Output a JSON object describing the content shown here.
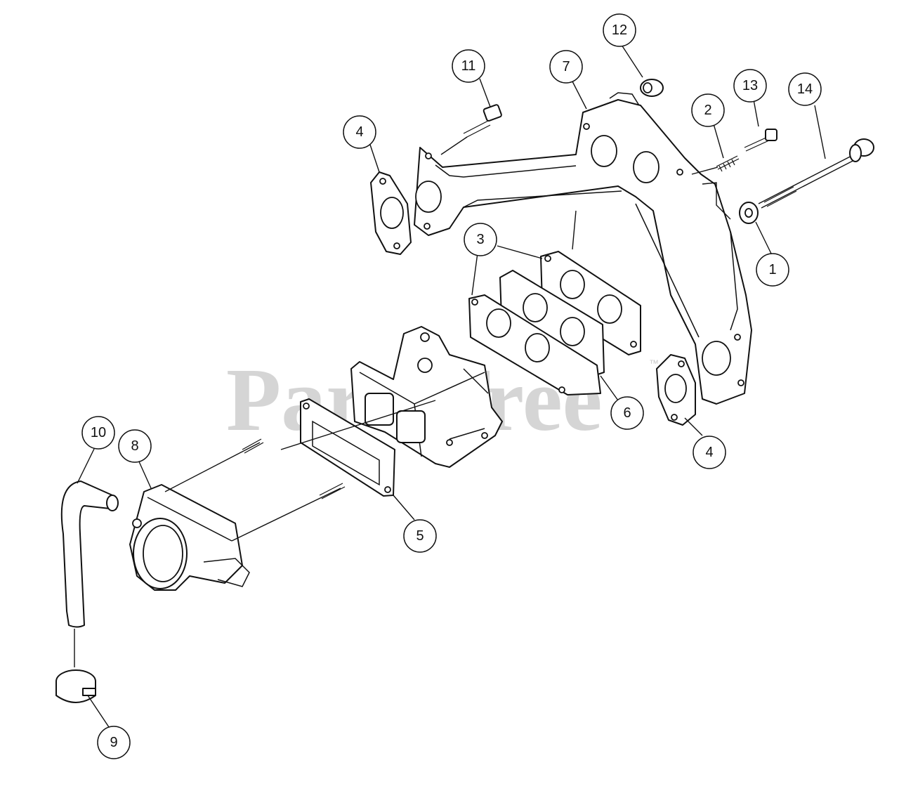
{
  "watermark": {
    "text": "PartsTree",
    "mark": "™",
    "color": "#c8c8c8"
  },
  "callouts": [
    {
      "id": "1",
      "label": "1"
    },
    {
      "id": "2",
      "label": "2"
    },
    {
      "id": "3",
      "label": "3"
    },
    {
      "id": "4a",
      "label": "4"
    },
    {
      "id": "4b",
      "label": "4"
    },
    {
      "id": "5",
      "label": "5"
    },
    {
      "id": "6",
      "label": "6"
    },
    {
      "id": "7",
      "label": "7"
    },
    {
      "id": "8",
      "label": "8"
    },
    {
      "id": "9",
      "label": "9"
    },
    {
      "id": "10",
      "label": "10"
    },
    {
      "id": "11",
      "label": "11"
    },
    {
      "id": "12",
      "label": "12"
    },
    {
      "id": "13",
      "label": "13"
    },
    {
      "id": "14",
      "label": "14"
    }
  ]
}
